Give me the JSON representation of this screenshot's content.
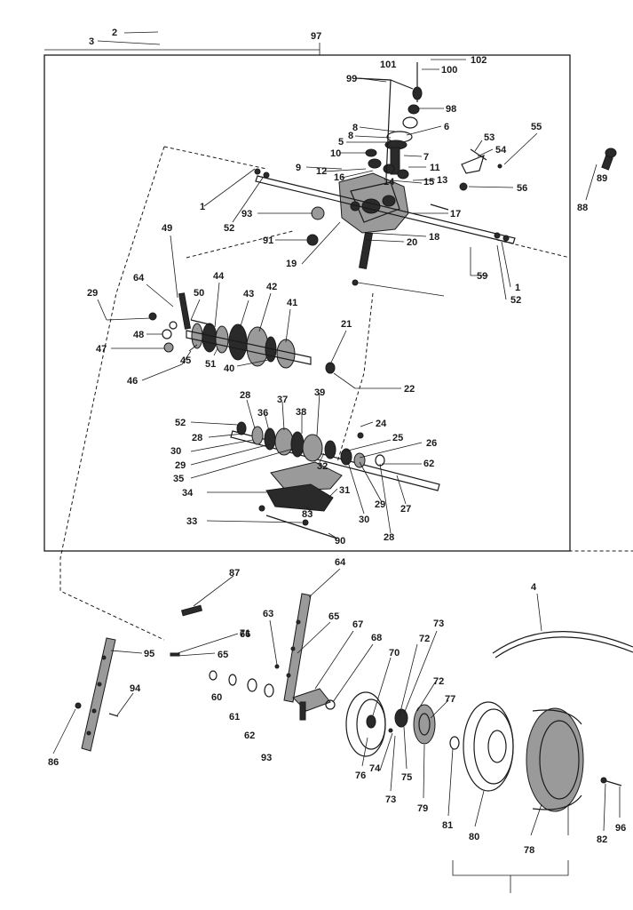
{
  "diagram": {
    "callouts": [
      "2",
      "3",
      "97",
      "101",
      "102",
      "100",
      "99",
      "98",
      "8",
      "8",
      "6",
      "5",
      "10",
      "7",
      "11",
      "9",
      "12",
      "16",
      "13",
      "15",
      "14",
      "53",
      "54",
      "55",
      "56",
      "89",
      "88",
      "1",
      "52",
      "93",
      "91",
      "17",
      "18",
      "20",
      "19",
      "59",
      "1",
      "52",
      "49",
      "64",
      "29",
      "50",
      "44",
      "43",
      "42",
      "41",
      "48",
      "47",
      "45",
      "51",
      "40",
      "21",
      "46",
      "22",
      "28",
      "52",
      "36",
      "37",
      "38",
      "39",
      "24",
      "25",
      "26",
      "28",
      "30",
      "29",
      "35",
      "32",
      "62",
      "34",
      "31",
      "83",
      "30",
      "29",
      "27",
      "33",
      "90",
      "28",
      "87",
      "64",
      "63",
      "65",
      "67",
      "66",
      "65",
      "68",
      "70",
      "73",
      "72",
      "72",
      "77",
      "4",
      "60",
      "61",
      "62",
      "93",
      "95",
      "94",
      "86",
      "71",
      "76",
      "74",
      "73",
      "75",
      "79",
      "80",
      "78",
      "81",
      "82",
      "96"
    ]
  }
}
